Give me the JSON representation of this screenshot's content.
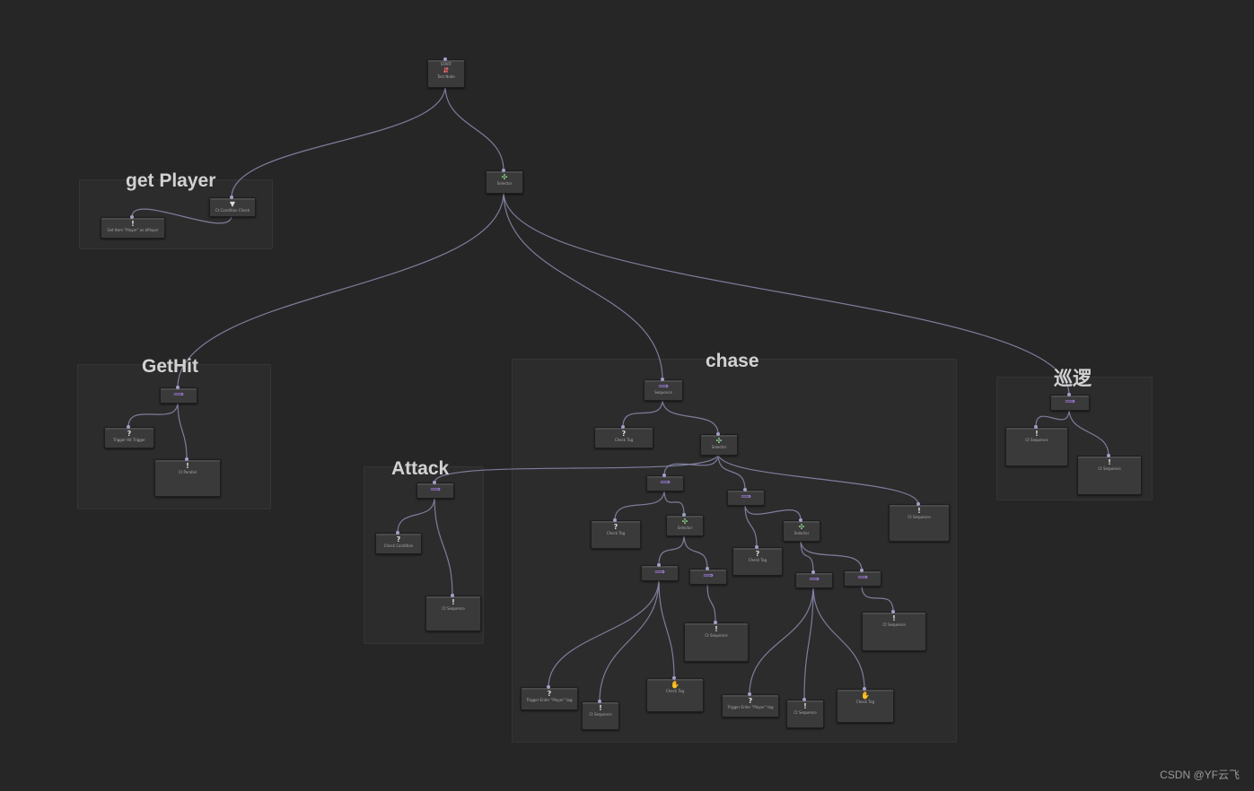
{
  "groups": [
    {
      "id": "get-player",
      "title": "get  Player"
    },
    {
      "id": "gethit",
      "title": "GetHit"
    },
    {
      "id": "chase",
      "title": "chase"
    },
    {
      "id": "attack",
      "title": "Attack"
    },
    {
      "id": "patrol",
      "title": "巡逻"
    }
  ],
  "nodes": [
    {
      "id": "start",
      "kind": "start",
      "icon": "⇵",
      "header": "START",
      "label": "Test Node"
    },
    {
      "id": "root-selector",
      "kind": "selector",
      "icon": "✣",
      "label": "Selector"
    },
    {
      "id": "gp-task",
      "kind": "task",
      "icon": "▼",
      "label": "Ct Condition Check"
    },
    {
      "id": "gp-action",
      "kind": "action",
      "icon": "!",
      "label": "Get Item \"Player\" as $Player"
    },
    {
      "id": "gh-seq",
      "kind": "sequence",
      "icon": "⟹",
      "label": ""
    },
    {
      "id": "gh-cond",
      "kind": "condition",
      "icon": "?",
      "label": "Trigger Hit Trigger"
    },
    {
      "id": "gh-action",
      "kind": "action",
      "icon": "!",
      "label": "Ct Parallel"
    },
    {
      "id": "ch-seq",
      "kind": "sequence",
      "icon": "⟹",
      "label": "Sequence"
    },
    {
      "id": "ch-cond-a",
      "kind": "condition",
      "icon": "?",
      "label": "Check Tag"
    },
    {
      "id": "ch-sel",
      "kind": "selector",
      "icon": "✣",
      "label": "Selector"
    },
    {
      "id": "ch-seq-l",
      "kind": "sequence",
      "icon": "⟹",
      "label": ""
    },
    {
      "id": "ch-seq-m",
      "kind": "sequence",
      "icon": "⟹",
      "label": ""
    },
    {
      "id": "ch-action-r",
      "kind": "action",
      "icon": "!",
      "label": "Ct Sequence"
    },
    {
      "id": "ch-cond-b",
      "kind": "condition",
      "icon": "?",
      "label": "Check Tag"
    },
    {
      "id": "ch-sel-2",
      "kind": "selector",
      "icon": "✣",
      "label": "Selector"
    },
    {
      "id": "ch-cond-c",
      "kind": "condition",
      "icon": "?",
      "label": "Check Tag"
    },
    {
      "id": "ch-sel-3",
      "kind": "selector",
      "icon": "✣",
      "label": "Selector"
    },
    {
      "id": "ch-seq-a",
      "kind": "sequence",
      "icon": "⟹",
      "label": ""
    },
    {
      "id": "ch-seq-b",
      "kind": "sequence",
      "icon": "⟹",
      "label": ""
    },
    {
      "id": "ch-action-a",
      "kind": "action",
      "icon": "!",
      "label": "Ct Sequence"
    },
    {
      "id": "ch-seq-c",
      "kind": "sequence",
      "icon": "⟹",
      "label": ""
    },
    {
      "id": "ch-seq-d",
      "kind": "sequence",
      "icon": "⟹",
      "label": ""
    },
    {
      "id": "ch-action-b",
      "kind": "action",
      "icon": "!",
      "label": "Ct Sequence"
    },
    {
      "id": "ch-leaf-1",
      "kind": "condition",
      "icon": "?",
      "label": "Trigger Enter \"Player\" tag"
    },
    {
      "id": "ch-leaf-2",
      "kind": "action",
      "icon": "!",
      "label": "Ct Sequence"
    },
    {
      "id": "ch-leaf-3",
      "kind": "action",
      "icon": "✋",
      "label": "Check Tag"
    },
    {
      "id": "ch-leaf-4",
      "kind": "condition",
      "icon": "?",
      "label": "Trigger Enter \"Player\" tag"
    },
    {
      "id": "ch-leaf-5",
      "kind": "action",
      "icon": "!",
      "label": "Ct Sequence"
    },
    {
      "id": "ch-leaf-6",
      "kind": "action",
      "icon": "✋",
      "label": "Check Tag"
    },
    {
      "id": "at-seq",
      "kind": "sequence",
      "icon": "⟹",
      "label": ""
    },
    {
      "id": "at-cond",
      "kind": "condition",
      "icon": "?",
      "label": "Check Condition"
    },
    {
      "id": "at-action",
      "kind": "action",
      "icon": "!",
      "label": "Ct Sequence"
    },
    {
      "id": "pt-seq",
      "kind": "sequence",
      "icon": "⟹",
      "label": ""
    },
    {
      "id": "pt-action-a",
      "kind": "action",
      "icon": "!",
      "label": "Ct Sequence"
    },
    {
      "id": "pt-action-b",
      "kind": "action",
      "icon": "!",
      "label": "Ct Sequence"
    }
  ],
  "edges": [
    [
      "start",
      "gp-task"
    ],
    [
      "start",
      "root-selector"
    ],
    [
      "root-selector",
      "gh-seq"
    ],
    [
      "root-selector",
      "ch-seq"
    ],
    [
      "root-selector",
      "pt-seq"
    ],
    [
      "gp-task",
      "gp-action"
    ],
    [
      "gh-seq",
      "gh-cond"
    ],
    [
      "gh-seq",
      "gh-action"
    ],
    [
      "ch-seq",
      "ch-cond-a"
    ],
    [
      "ch-seq",
      "ch-sel"
    ],
    [
      "ch-sel",
      "at-seq"
    ],
    [
      "ch-sel",
      "ch-seq-l"
    ],
    [
      "ch-sel",
      "ch-seq-m"
    ],
    [
      "ch-sel",
      "ch-action-r"
    ],
    [
      "ch-seq-l",
      "ch-cond-b"
    ],
    [
      "ch-seq-l",
      "ch-sel-2"
    ],
    [
      "ch-seq-m",
      "ch-cond-c"
    ],
    [
      "ch-seq-m",
      "ch-sel-3"
    ],
    [
      "ch-sel-2",
      "ch-seq-a"
    ],
    [
      "ch-sel-2",
      "ch-seq-b"
    ],
    [
      "ch-seq-b",
      "ch-action-a"
    ],
    [
      "ch-sel-3",
      "ch-seq-c"
    ],
    [
      "ch-sel-3",
      "ch-seq-d"
    ],
    [
      "ch-seq-d",
      "ch-action-b"
    ],
    [
      "ch-seq-a",
      "ch-leaf-1"
    ],
    [
      "ch-seq-a",
      "ch-leaf-2"
    ],
    [
      "ch-seq-a",
      "ch-leaf-3"
    ],
    [
      "ch-seq-c",
      "ch-leaf-4"
    ],
    [
      "ch-seq-c",
      "ch-leaf-5"
    ],
    [
      "ch-seq-c",
      "ch-leaf-6"
    ],
    [
      "at-seq",
      "at-cond"
    ],
    [
      "at-seq",
      "at-action"
    ],
    [
      "pt-seq",
      "pt-action-a"
    ],
    [
      "pt-seq",
      "pt-action-b"
    ]
  ],
  "watermark": "CSDN @YF云飞"
}
